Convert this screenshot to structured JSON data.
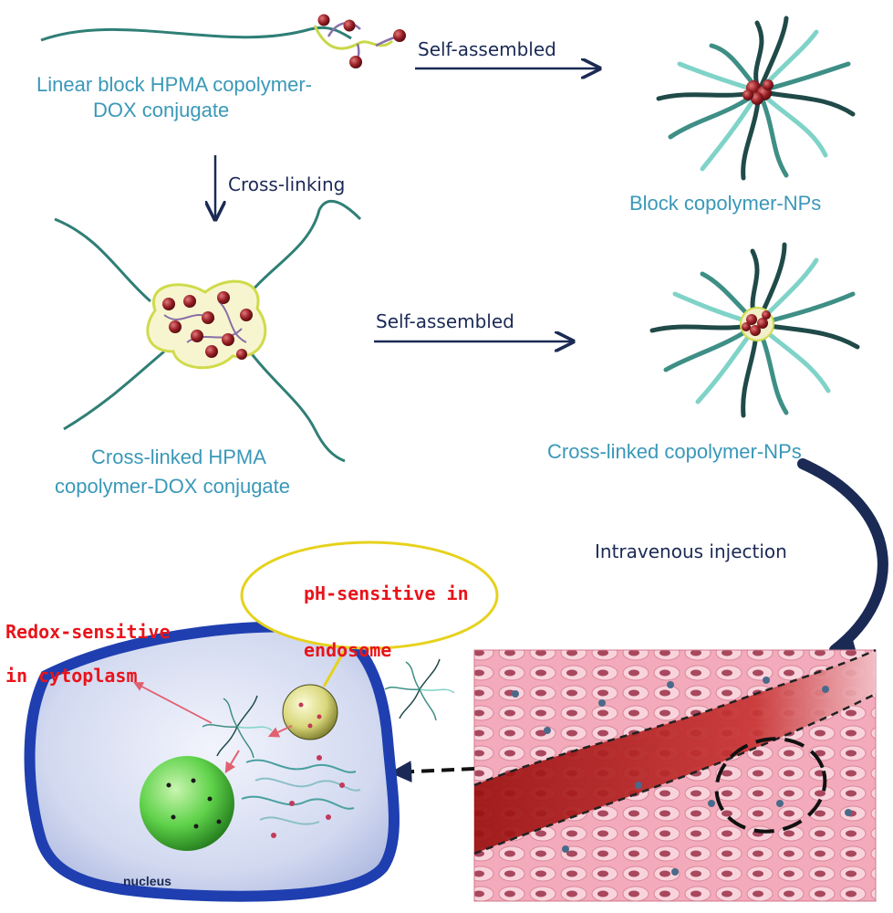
{
  "labels": {
    "linear_line1": "Linear block HPMA copolymer-",
    "linear_line2": "DOX conjugate",
    "self_assembled_top": "Self-assembled",
    "block_nps": "Block copolymer-NPs",
    "cross_linking": "Cross-linking",
    "self_assembled_middle": "Self-assembled",
    "crosslinked_conj_line1": "Cross-linked HPMA",
    "crosslinked_conj_line2": "copolymer-DOX conjugate",
    "crosslinked_nps": "Cross-linked copolymer-NPs",
    "intravenous_injection": "Intravenous injection",
    "ph_sensitive_line1": "pH-sensitive in",
    "ph_sensitive_line2": "endosome",
    "redox_line1": "Redox-sensitive",
    "redox_line2": "in cytoplasm",
    "nucleus": "nucleus"
  },
  "colors": {
    "polymer_chain": "#3e8f86",
    "polymer_dark": "#1f4a48",
    "drug_particle": "#8e1c22",
    "arrow": "#1b2a55",
    "cell_membrane": "#1f3fb0",
    "cell_interior": "#cfd6f0",
    "nucleus": "#5fd24a",
    "endosome": "#d9d77a",
    "callout_outline": "#e6d21c",
    "tissue": "#f2a8b8",
    "vessel": "#b01b1b",
    "red_text": "#e8141b"
  }
}
